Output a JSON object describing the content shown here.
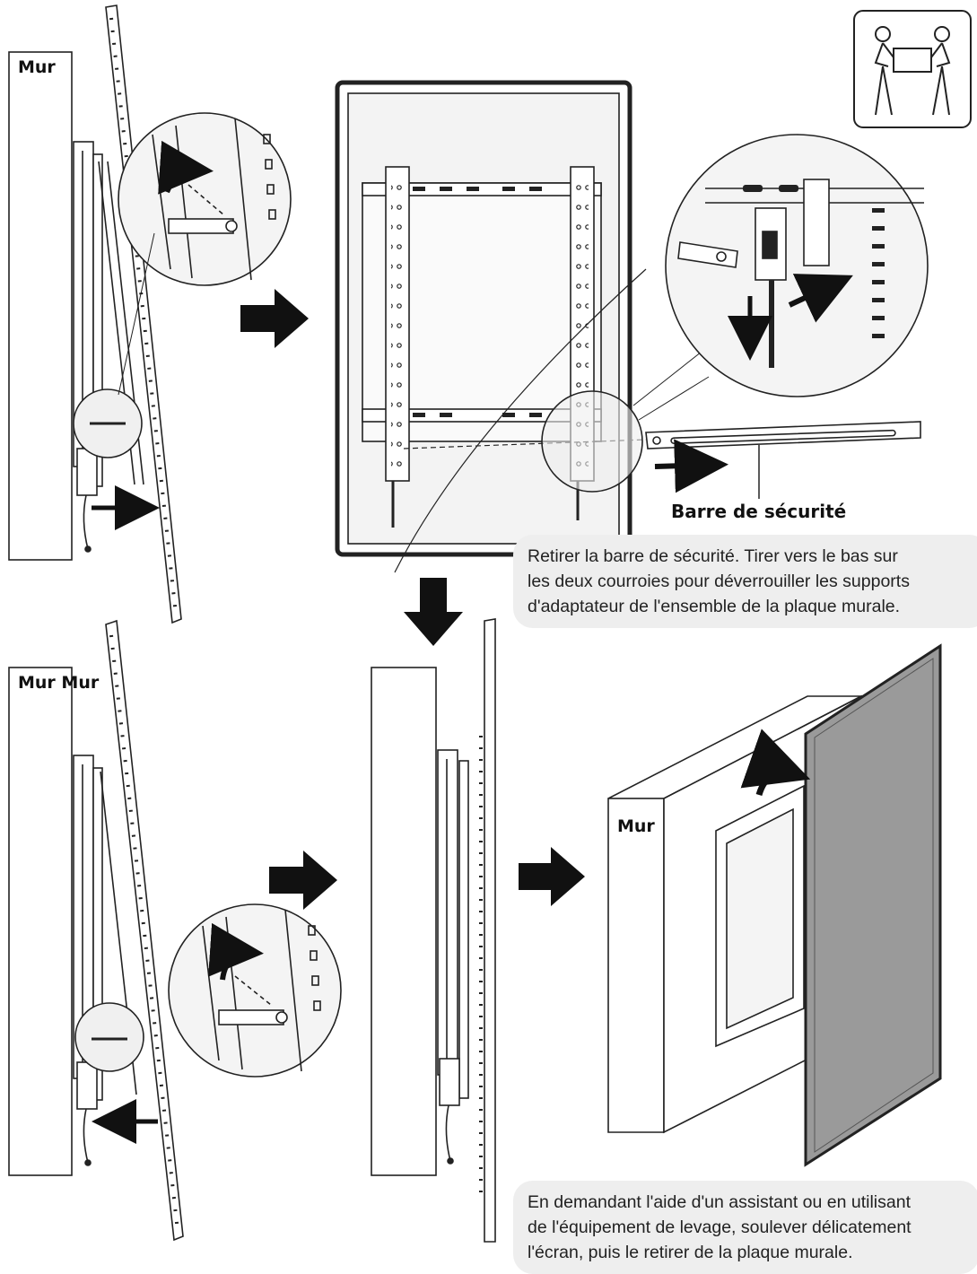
{
  "labels": {
    "wall_1": "Mur",
    "wall_2": "Mur Mur",
    "wall_3": "Mur",
    "safety_bar": "Barre de sécurité"
  },
  "callout_top": {
    "lines": [
      "Retirer la barre de sécurité. Tirer vers le bas sur",
      "les deux courroies pour déverrouiller les supports",
      "d'adaptateur de l'ensemble de la plaque murale."
    ]
  },
  "callout_bottom": {
    "lines": [
      "En demandant l'aide d'un assistant ou en utilisant",
      "de l'équipement de levage, soulever délicatement",
      "l'écran, puis le retirer de la plaque murale."
    ]
  },
  "icons": [
    "two-person-lift-icon",
    "right-arrow-icon",
    "down-arrow-icon",
    "curved-arrow-icon"
  ],
  "colors": {
    "ink": "#1a1a1a",
    "panel": "#9a9a9a",
    "callout_bg": "#eeeeee",
    "zoom_bg": "#f4f4f4"
  }
}
